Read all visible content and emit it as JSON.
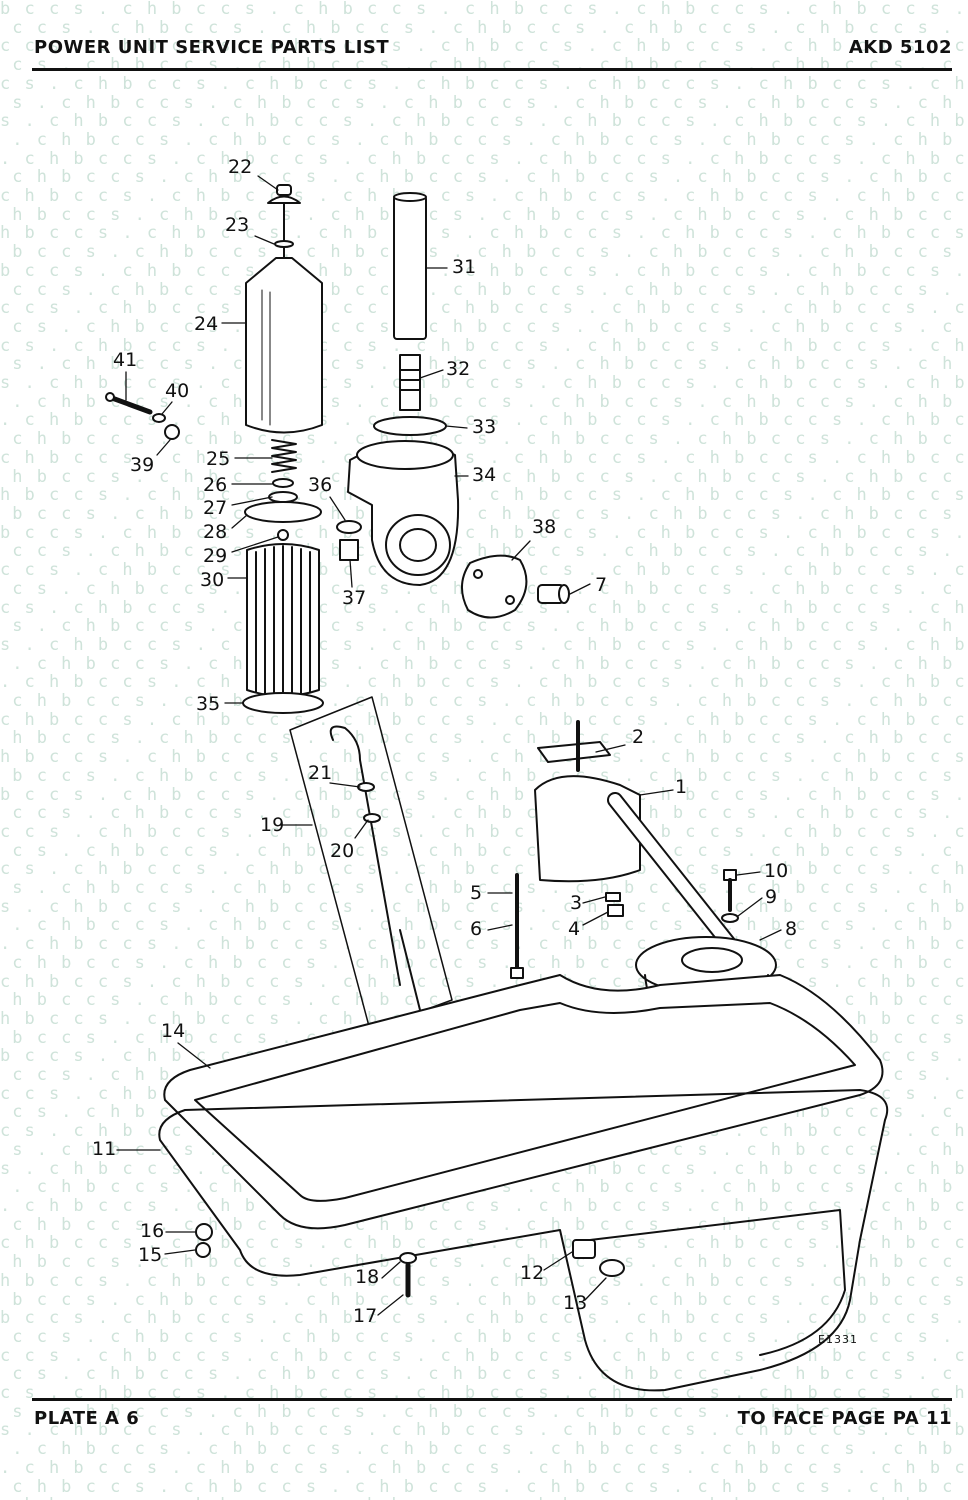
{
  "header": {
    "title": "POWER UNIT SERVICE PARTS LIST",
    "code": "AKD 5102"
  },
  "footer": {
    "plate": "PLATE A 6",
    "face_page": "TO FACE PAGE PA 11"
  },
  "drawing_code": "E1331",
  "watermark_text": "bccs.ch",
  "callouts": [
    "1",
    "2",
    "3",
    "4",
    "5",
    "6",
    "7",
    "8",
    "9",
    "10",
    "11",
    "12",
    "13",
    "14",
    "15",
    "16",
    "17",
    "18",
    "19",
    "20",
    "21",
    "22",
    "23",
    "24",
    "25",
    "26",
    "27",
    "28",
    "29",
    "30",
    "31",
    "32",
    "33",
    "34",
    "35",
    "36",
    "37",
    "38",
    "39",
    "40",
    "41"
  ],
  "colors": {
    "ink": "#111111",
    "watermark": "#cfe3da",
    "paper": "#ffffff"
  }
}
